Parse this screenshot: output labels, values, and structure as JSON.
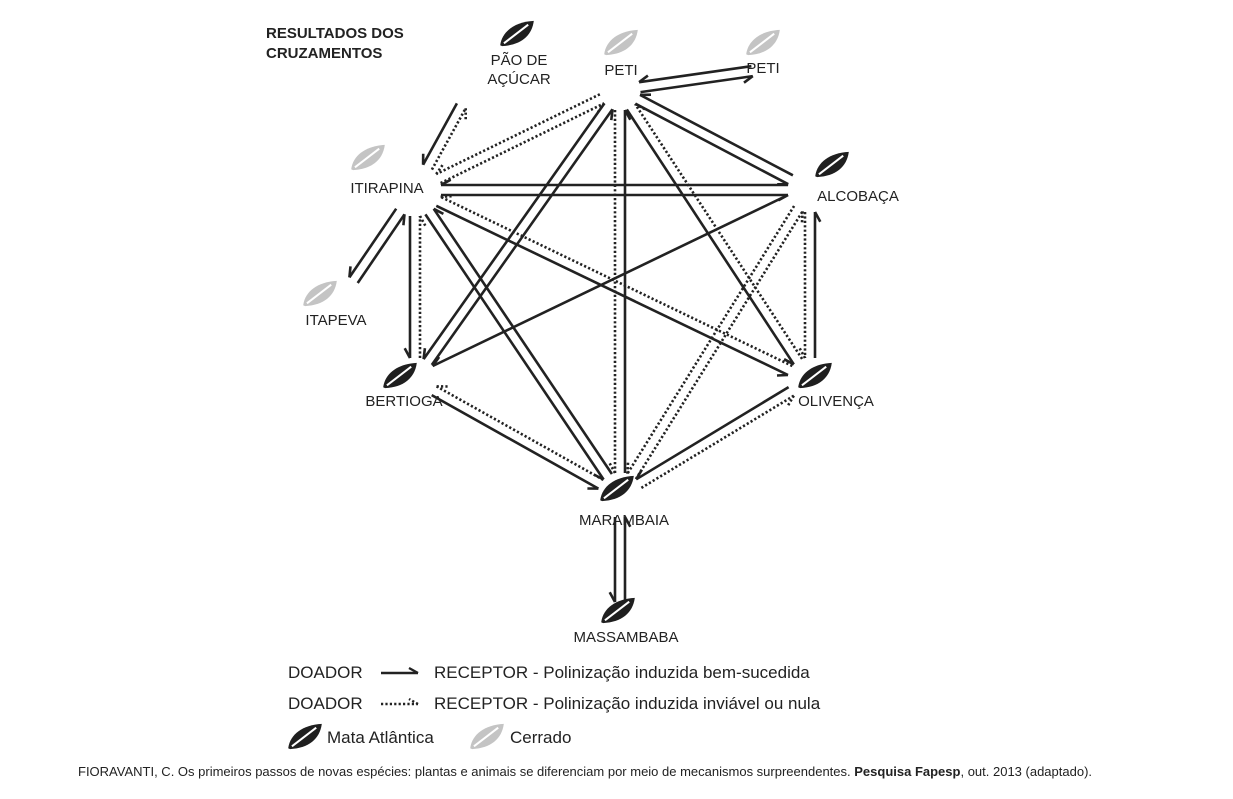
{
  "title": {
    "line1": "RESULTADOS DOS",
    "line2": "CRUZAMENTOS"
  },
  "colors": {
    "mata_atlantica": "#1f1f1f",
    "cerrado": "#c4c4c4",
    "arrow": "#222222"
  },
  "nodes": [
    {
      "id": "pao",
      "label_lines": [
        "PÃO DE",
        "AÇÚCAR"
      ],
      "biome": "mata_atlantica"
    },
    {
      "id": "peti1",
      "label_lines": [
        "PETI"
      ],
      "biome": "cerrado"
    },
    {
      "id": "peti2",
      "label_lines": [
        "PETI"
      ],
      "biome": "cerrado"
    },
    {
      "id": "alcobaca",
      "label_lines": [
        "ALCOBAÇA"
      ],
      "biome": "mata_atlantica"
    },
    {
      "id": "itirapina",
      "label_lines": [
        "ITIRAPINA"
      ],
      "biome": "cerrado"
    },
    {
      "id": "itapeva",
      "label_lines": [
        "ITAPEVA"
      ],
      "biome": "cerrado"
    },
    {
      "id": "bertioga",
      "label_lines": [
        "BERTIOGA"
      ],
      "biome": "mata_atlantica"
    },
    {
      "id": "olivenca",
      "label_lines": [
        "OLIVENÇA"
      ],
      "biome": "mata_atlantica"
    },
    {
      "id": "marambaia",
      "label_lines": [
        "MARAMBAIA"
      ],
      "biome": "mata_atlantica"
    },
    {
      "id": "massambaba",
      "label_lines": [
        "MASSAMBABA"
      ],
      "biome": "mata_atlantica"
    }
  ],
  "crosses": [
    {
      "from": "peti1",
      "to": "peti2",
      "type": "success"
    },
    {
      "from": "peti2",
      "to": "peti1",
      "type": "success"
    },
    {
      "from": "pao",
      "to": "itirapina",
      "type": "success"
    },
    {
      "from": "itirapina",
      "to": "pao",
      "type": "failed"
    },
    {
      "from": "peti1",
      "to": "itirapina",
      "type": "failed"
    },
    {
      "from": "itirapina",
      "to": "peti1",
      "type": "failed"
    },
    {
      "from": "peti1",
      "to": "alcobaca",
      "type": "success"
    },
    {
      "from": "alcobaca",
      "to": "peti1",
      "type": "success"
    },
    {
      "from": "peti1",
      "to": "bertioga",
      "type": "success"
    },
    {
      "from": "bertioga",
      "to": "peti1",
      "type": "success"
    },
    {
      "from": "peti1",
      "to": "marambaia",
      "type": "failed"
    },
    {
      "from": "marambaia",
      "to": "peti1",
      "type": "success"
    },
    {
      "from": "peti1",
      "to": "olivenca",
      "type": "success"
    },
    {
      "from": "olivenca",
      "to": "peti1",
      "type": "failed"
    },
    {
      "from": "itirapina",
      "to": "alcobaca",
      "type": "success"
    },
    {
      "from": "alcobaca",
      "to": "itirapina",
      "type": "success"
    },
    {
      "from": "itirapina",
      "to": "itapeva",
      "type": "success"
    },
    {
      "from": "itapeva",
      "to": "itirapina",
      "type": "success"
    },
    {
      "from": "itirapina",
      "to": "bertioga",
      "type": "success"
    },
    {
      "from": "bertioga",
      "to": "itirapina",
      "type": "failed"
    },
    {
      "from": "itirapina",
      "to": "olivenca",
      "type": "success"
    },
    {
      "from": "olivenca",
      "to": "itirapina",
      "type": "failed"
    },
    {
      "from": "itirapina",
      "to": "marambaia",
      "type": "success"
    },
    {
      "from": "marambaia",
      "to": "itirapina",
      "type": "success"
    },
    {
      "from": "alcobaca",
      "to": "bertioga",
      "type": "success"
    },
    {
      "from": "alcobaca",
      "to": "olivenca",
      "type": "failed"
    },
    {
      "from": "olivenca",
      "to": "alcobaca",
      "type": "success"
    },
    {
      "from": "alcobaca",
      "to": "marambaia",
      "type": "failed"
    },
    {
      "from": "marambaia",
      "to": "alcobaca",
      "type": "failed"
    },
    {
      "from": "bertioga",
      "to": "marambaia",
      "type": "success"
    },
    {
      "from": "marambaia",
      "to": "bertioga",
      "type": "failed"
    },
    {
      "from": "olivenca",
      "to": "marambaia",
      "type": "success"
    },
    {
      "from": "marambaia",
      "to": "olivenca",
      "type": "failed"
    },
    {
      "from": "marambaia",
      "to": "massambaba",
      "type": "success"
    },
    {
      "from": "massambaba",
      "to": "marambaia",
      "type": "success"
    }
  ],
  "legend": {
    "success": {
      "donor": "DOADOR",
      "receptor": "RECEPTOR - Polinização induzida bem-sucedida"
    },
    "failed": {
      "donor": "DOADOR",
      "receptor": "RECEPTOR - Polinização induzida inviável ou nula"
    },
    "biomes": {
      "mata_atlantica": "Mata Atlântica",
      "cerrado": "Cerrado"
    }
  },
  "caption": {
    "prefix": "FIORAVANTI, C. Os primeiros passos de novas espécies: plantas e animais se diferenciam por meio de mecanismos surpreendentes. ",
    "journal": "Pesquisa Fapesp",
    "suffix": ", out. 2013 (adaptado)."
  }
}
